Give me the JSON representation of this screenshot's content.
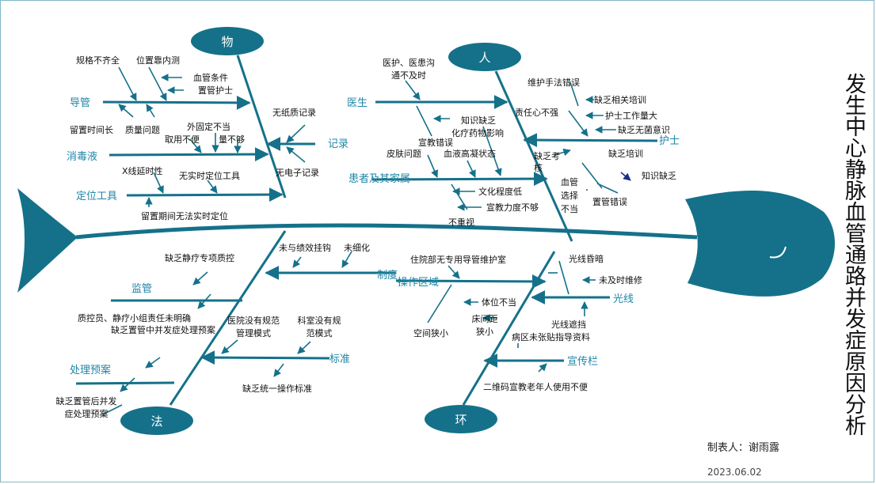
{
  "title": "发生中心静脉血管通路并发症原因分析",
  "maker": "制表人：谢雨露",
  "date": "2023.06.02",
  "colors": {
    "teal": "#15718a",
    "branch_label": "#1f86a8",
    "text": "#111111",
    "accent_arrow": "#1a2d8c"
  },
  "heads": {
    "wu": "物",
    "ren": "人",
    "fa": "法",
    "huan": "环"
  },
  "categories": {
    "daoguan": "导管",
    "xiaoduye": "消毒液",
    "dingweigongju": "定位工具",
    "jilu": "记录",
    "yisheng": "医生",
    "huanzhe": "患者及其家属",
    "hushi": "护士",
    "jianguan": "监管",
    "chulijia": "处理预案",
    "zhidu": "制度",
    "biaozhun": "标准",
    "caozuoquyu": "操作区域",
    "guangxian": "光线",
    "xuanchuanlan": "宣传栏"
  },
  "causes": {
    "guige": "规格不齐全",
    "weizhi": "位置靠内测",
    "xueguantiaojian": "血管条件",
    "zhiguanhushi": "置管护士",
    "liuzhishijian": "留置时间长",
    "zhiliangwenti": "质量问题",
    "waigudingbudang": "外固定不当",
    "qubianbuyong": "取用不便",
    "liangbugou": "量不够",
    "xxianyanshi": "X线延时性",
    "wushishi": "无实时定位工具",
    "liuzhiqijian": "留置期间无法实时定位",
    "wuzhizhi": "无纸质记录",
    "wudianzi": "无电子记录",
    "yihugoutong": "医护、医患沟通不及时",
    "zhishiquefa_doc": "知识缺乏",
    "xuanjiaocuowu": "宣教错误",
    "pifuwenti": "皮肤问题",
    "hualiaoyaowu": "化疗药物影响",
    "xueyegaoning": "血液高凝状态",
    "wenhuachengdu": "文化程度低",
    "xuanjiaolidu": "宣教力度不够",
    "buzhongshi": "不重视",
    "weihushoufa": "维护手法错误",
    "quefaxiangguan": "缺乏相关培训",
    "zerenxin": "责任心不强",
    "hushigongzuo": "护士工作量大",
    "quefawujun": "缺乏无菌意识",
    "quefakaohe": "缺乏考核",
    "quefapeixun": "缺乏培训",
    "zhishiquefa_nurse": "知识缺乏",
    "xueguanxuanze": "血管选择不当",
    "zhiguancuowu": "置管错误",
    "quefajingliao": "缺乏静疗专项质控",
    "zhikongyuan": "质控员、静疗小组责任未明确",
    "zhiguanbingfa": "缺乏置管中并发症处理预案",
    "zhiguanhoubingfa": "缺乏置管后并发症处理预案",
    "jixiaoguagou": "未与绩效挂钩",
    "weixihua": "未细化",
    "yiyuanguifan": "医院没有规范管理模式",
    "keshiguifan": "科室没有规范模式",
    "quefatongyi": "缺乏统一操作标准",
    "zhuyuanbu": "住院部无专用导管维护室",
    "tiweibudang": "体位不当",
    "chuangjianju": "床间距狭小",
    "kongjianxiaxiao": "空间狭小",
    "guangxianhunan": "光线昏暗",
    "weijishi": "未及时维修",
    "guangxianzhedang": "光线遮挡",
    "bingquweizhangtie": "病区未张贴指导资料",
    "erweima": "二维码宣教老年人使用不便"
  }
}
